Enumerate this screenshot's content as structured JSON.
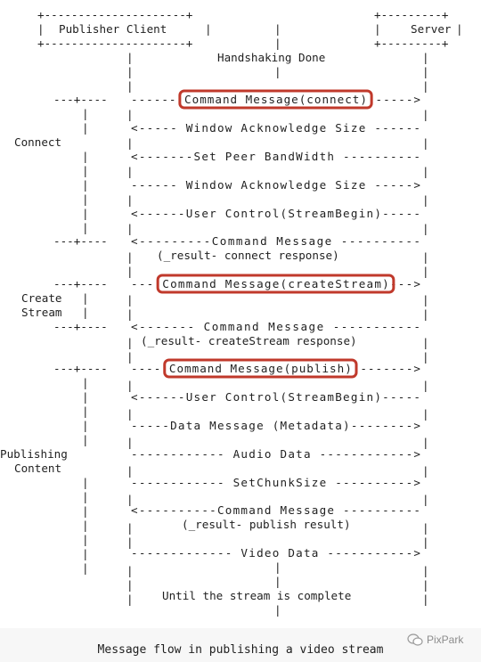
{
  "participants": {
    "publisher": "Publisher Client",
    "server": "Server",
    "box_border_top": "+---------------------+",
    "box_border_bottom": "+---------------------+",
    "server_box_border": "+---------+"
  },
  "header_note": "Handshaking Done",
  "groups": [
    {
      "label_lines": [
        "Connect"
      ]
    },
    {
      "label_lines": [
        "Create",
        "Stream"
      ]
    },
    {
      "label_lines": [
        "Publishing",
        "Content"
      ]
    }
  ],
  "messages": [
    {
      "text": "------ Command Message(connect) ----->",
      "highlight": true,
      "hl_text": "Command Message(connect)"
    },
    {
      "text": "<----- Window Acknowledge Size ------"
    },
    {
      "text": "<-------Set Peer BandWidth ----------"
    },
    {
      "text": "------ Window Acknowledge Size ----->"
    },
    {
      "text": "<------User Control(StreamBegin)-----"
    },
    {
      "text": "<---------Command Message ----------",
      "sub": "(_result- connect response)"
    },
    {
      "text": "--- Command Message(createStream)--->",
      "highlight": true,
      "hl_text": "Command Message(createStream)"
    },
    {
      "text": "<------- Command Message -----------",
      "sub": "(_result- createStream response)"
    },
    {
      "text": "---- Command Message(publish) ------->",
      "highlight": true,
      "hl_text": "Command Message(publish)"
    },
    {
      "text": "<------User Control(StreamBegin)-----"
    },
    {
      "text": "-----Data Message (Metadata)-------->"
    },
    {
      "text": "------------ Audio Data ------------>"
    },
    {
      "text": "------------ SetChunkSize ---------->"
    },
    {
      "text": "<----------Command Message ----------",
      "sub": "(_result- publish result)"
    },
    {
      "text": "------------- Video Data ----------->"
    }
  ],
  "footer_note": "Until the stream is complete",
  "group_marks": [
    "---+----",
    "---+----",
    "---+----",
    "---+----",
    "---+----",
    "---+----"
  ],
  "caption": "Message flow in publishing a video stream",
  "watermark": "PixPark",
  "colors": {
    "highlight": "#c0392b",
    "text": "#1f1f1f"
  }
}
